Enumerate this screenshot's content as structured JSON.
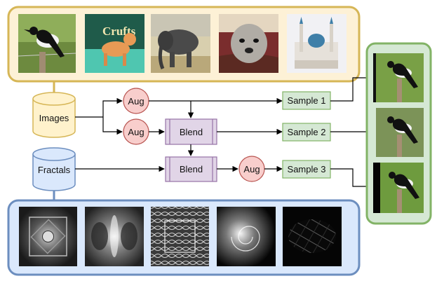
{
  "labels": {
    "images_db": "Images",
    "fractals_db": "Fractals",
    "aug": "Aug",
    "blend": "Blend",
    "sample1": "Sample 1",
    "sample2": "Sample 2",
    "sample3": "Sample 3",
    "crufts": "Crufts"
  },
  "colors": {
    "images_panel_fill": "#fdf1d6",
    "images_panel_stroke": "#d6b656",
    "fractals_panel_fill": "#dae8fc",
    "fractals_panel_stroke": "#6c8ebf",
    "samples_panel_fill": "#d5e8d4",
    "samples_panel_stroke": "#82b366",
    "aug_fill": "#f8cecc",
    "aug_stroke": "#b85450",
    "blend_fill": "#e1d5e7",
    "blend_stroke": "#9673a6",
    "sample_fill": "#d5e8d4",
    "sample_stroke": "#82b366",
    "images_db_fill": "#fff2cc",
    "images_db_stroke": "#d6b656",
    "fractals_db_fill": "#dae8fc",
    "fractals_db_stroke": "#6c8ebf"
  },
  "photos": [
    "magpie-photo",
    "poodle-photo",
    "elephant-photo",
    "terrier-photo",
    "mosque-photo"
  ],
  "fractal_images": [
    "fractal-1",
    "fractal-2",
    "fractal-3",
    "fractal-4",
    "fractal-5"
  ],
  "sample_images": [
    "sample-1-image",
    "sample-2-image",
    "sample-3-image"
  ]
}
